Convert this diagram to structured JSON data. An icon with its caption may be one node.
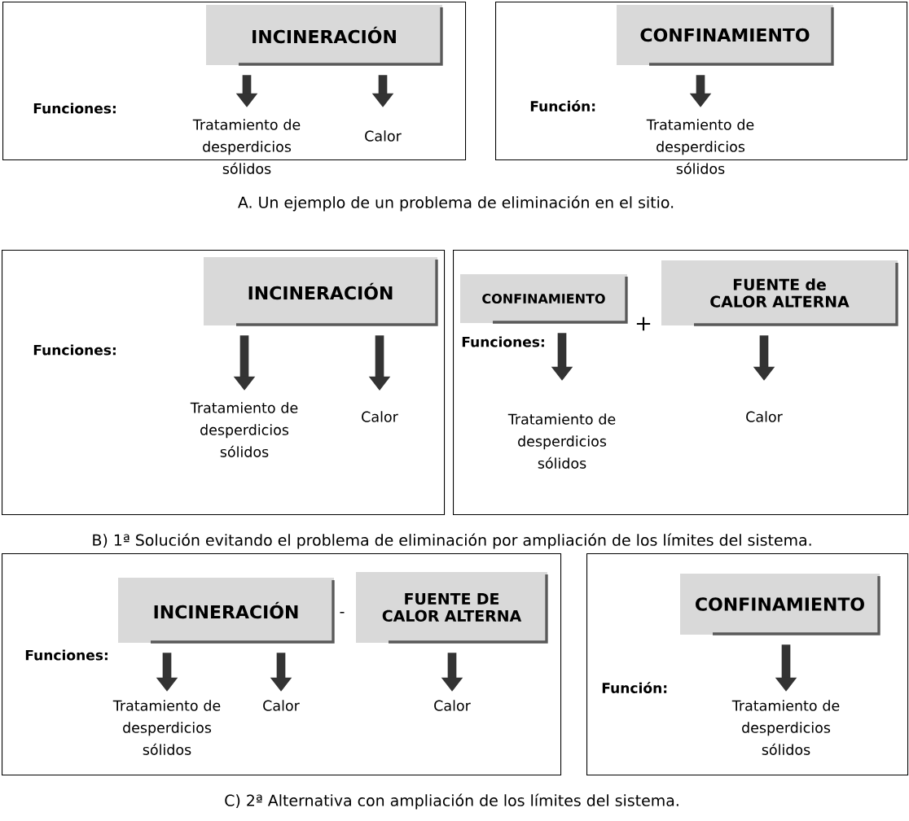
{
  "diagram": {
    "nodes": [
      {
        "text": [
          "Funciones:"
        ]
      },
      {
        "text": [
          "INCINERACIÓN"
        ],
        "in": 0
      },
      {
        "text": [
          "Tratamiento de desperdicios sólidos"
        ],
        "in": 0
      },
      {
        "text": [
          "Calor"
        ],
        "in": 0
      },
      {
        "text": [
          "Función:"
        ]
      },
      {
        "text": [
          "CONFINAMIENTO"
        ],
        "in": 4
      },
      {
        "text": [
          "Tratamiento de desperdicios sólidos"
        ],
        "in": 4
      },
      {
        "text": [
          "Funciones:"
        ]
      },
      {
        "text": [
          "INCINERACIÓN"
        ],
        "in": 7
      },
      {
        "text": [
          "Tratamiento de desperdicios sólidos"
        ],
        "in": 7
      },
      {
        "text": [
          "Calor"
        ],
        "in": 7
      },
      {
        "text": [
          "Funciones:"
        ]
      },
      {
        "text": [
          "CONFINAMIENTO"
        ],
        "in": 11
      },
      {
        "text": [
          "FUENTE de CALOR ALTERNA"
        ],
        "in": 11
      },
      {
        "text": [
          "Tratamiento de desperdicios sólidos"
        ],
        "in": 11
      },
      {
        "text": [
          "Calor"
        ],
        "in": 11
      },
      {
        "text": [
          "Funciones:"
        ]
      },
      {
        "text": [
          "INCINERACIÓN"
        ],
        "in": 16
      },
      {
        "text": [
          "FUENTE DE CALOR ALTERNA"
        ],
        "in": 16
      },
      {
        "text": [
          "Tratamiento de desperdicios sólidos"
        ],
        "in": 16
      },
      {
        "text": [
          "Calor"
        ],
        "in": 16
      },
      {
        "text": [
          "Calor"
        ],
        "in": 16
      },
      {
        "text": [
          "Función:"
        ]
      },
      {
        "text": [
          "CONFINAMIENTO"
        ],
        "in": 22
      },
      {
        "text": [
          "Tratamiento de desperdicios sólidos"
        ],
        "in": 22
      }
    ],
    "edges": [
      {
        "from": 1,
        "to": 2,
        "arrow": "to"
      },
      {
        "from": 1,
        "to": 3,
        "arrow": "to"
      },
      {
        "from": 5,
        "to": 6,
        "arrow": "to"
      },
      {
        "from": 8,
        "to": 9,
        "arrow": "to"
      },
      {
        "from": 8,
        "to": 10,
        "arrow": "to"
      },
      {
        "from": 12,
        "to": 14,
        "arrow": "to"
      },
      {
        "from": 13,
        "to": 15,
        "arrow": "to"
      },
      {
        "from": 17,
        "to": 19,
        "arrow": "to"
      },
      {
        "from": 17,
        "to": 20,
        "arrow": "to"
      },
      {
        "from": 18,
        "to": 21,
        "arrow": "to"
      },
      {
        "from": 23,
        "to": 24,
        "arrow": "to"
      }
    ],
    "labels": [
      "A.   Un ejemplo de un problema de eliminación en el sitio.",
      "+",
      "B) 1ª Solución evitando el problema de eliminación por ampliación de los límites del sistema.",
      "-",
      "C) 2ª Alternativa con ampliación de los límites del sistema."
    ]
  }
}
